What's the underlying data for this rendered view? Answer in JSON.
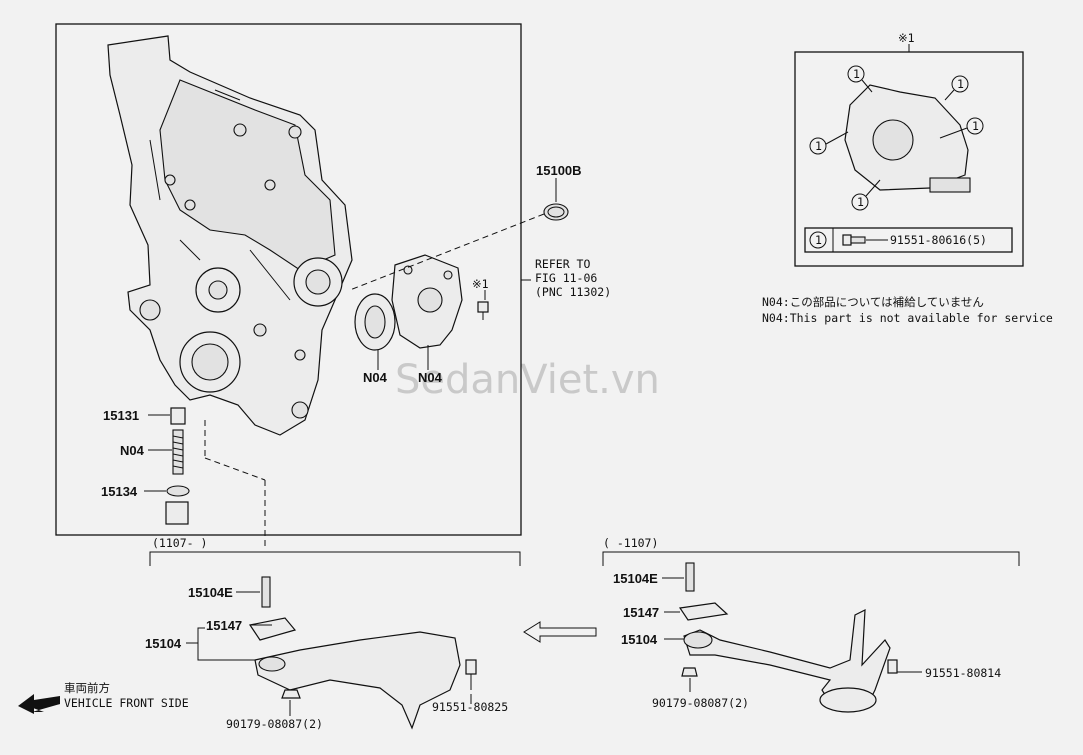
{
  "watermark": "SedanViet.vn",
  "callouts": {
    "p15100b": "15100B",
    "refer_line1": "REFER TO",
    "refer_line2": "FIG 11-06",
    "refer_line3": "(PNC 11302)",
    "star1_small": "※1",
    "n04_a": "N04",
    "n04_b": "N04",
    "p15131": "15131",
    "n04_c": "N04",
    "p15134": "15134"
  },
  "detail_box": {
    "title": "※1",
    "ref_num": "1",
    "part_number": "91551-80616(5)",
    "circle_label": "1"
  },
  "notes": {
    "jp": "N04:この部品については補給していません",
    "en": "N04:This part is not available for service"
  },
  "left_range": "(1107-        )",
  "right_range": "(        -1107)",
  "left_group": {
    "p15104e": "15104E",
    "p15147": "15147",
    "p15104": "15104",
    "bolt": "91551-80825",
    "nut": "90179-08087(2)"
  },
  "right_group": {
    "p15104e": "15104E",
    "p15147": "15147",
    "p15104": "15104",
    "bolt": "91551-80814",
    "nut": "90179-08087(2)"
  },
  "front": {
    "jp": "車両前方",
    "en": "VEHICLE FRONT SIDE"
  }
}
